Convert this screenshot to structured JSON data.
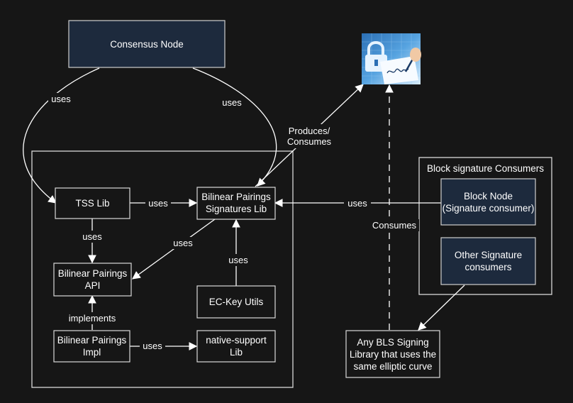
{
  "nodes": {
    "consensus_node": "Consensus Node",
    "tss_lib": "TSS Lib",
    "bls_sig_lib_1": "Bilinear Pairings",
    "bls_sig_lib_2": "Signatures Lib",
    "bp_api_1": "Bilinear Pairings",
    "bp_api_2": "API",
    "bp_impl_1": "Bilinear Pairings",
    "bp_impl_2": "Impl",
    "ec_key_utils": "EC-Key Utils",
    "native_support_1": "native-support",
    "native_support_2": "Lib",
    "block_consumers_title": "Block signature Consumers",
    "block_node_1": "Block Node",
    "block_node_2": "(Signature consumer)",
    "other_consumers_1": "Other Signature",
    "other_consumers_2": "consumers",
    "any_bls_1": "Any BLS Signing",
    "any_bls_2": "Library that uses the",
    "any_bls_3": "same elliptic curve"
  },
  "edges": {
    "consensus_to_tss": "uses",
    "consensus_to_bls": "uses",
    "tss_to_bls": "uses",
    "tss_to_api": "uses",
    "bls_to_api": "uses",
    "ec_to_bls": "uses",
    "impl_to_api": "implements",
    "impl_to_native": "uses",
    "blocknode_to_bls": "uses",
    "produces_1": "Produces/",
    "produces_2": "Consumes",
    "any_bls_consumes": "Consumes"
  },
  "icons": {
    "signature_image": "signature-lock-icon"
  },
  "colors": {
    "background": "#161616",
    "node_dark_fill": "#1d2a3d",
    "node_outline": "#d9d9d9",
    "edge": "#ffffff"
  }
}
